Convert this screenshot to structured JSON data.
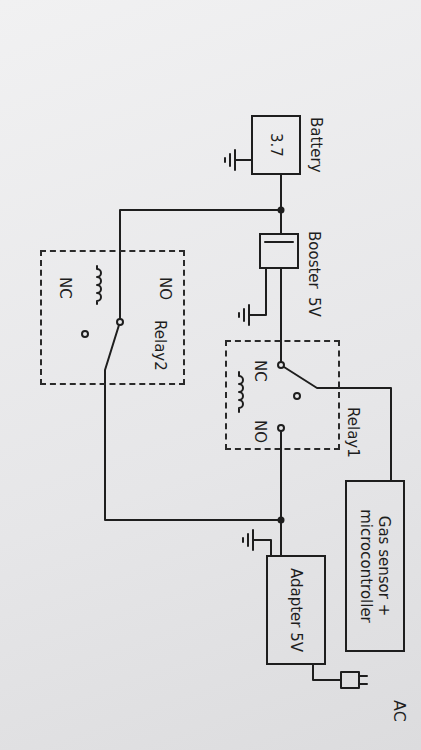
{
  "diagram": {
    "nodes": [
      {
        "text": [
          "Battery",
          "3.7"
        ]
      },
      {
        "text": [
          "Booster",
          "5V"
        ]
      },
      {
        "text": [
          "Relay2",
          "NO",
          "NC"
        ]
      },
      {
        "text": [
          "Relay1",
          "NC",
          "NO"
        ]
      },
      {
        "text": [
          "Gas sensor + microcontroller"
        ]
      },
      {
        "text": [
          "Adapter 5V"
        ]
      }
    ],
    "edges": [
      {
        "from": 0,
        "to": 1,
        "arrow": "none"
      },
      {
        "from": 1,
        "to": 3,
        "arrow": "none"
      },
      {
        "from": 0,
        "to": 2,
        "arrow": "none"
      },
      {
        "from": 3,
        "to": 4,
        "arrow": "none"
      },
      {
        "from": 3,
        "to": 5,
        "arrow": "none"
      },
      {
        "from": 2,
        "to": 5,
        "arrow": "none"
      }
    ],
    "labels": [
      "AC"
    ]
  }
}
